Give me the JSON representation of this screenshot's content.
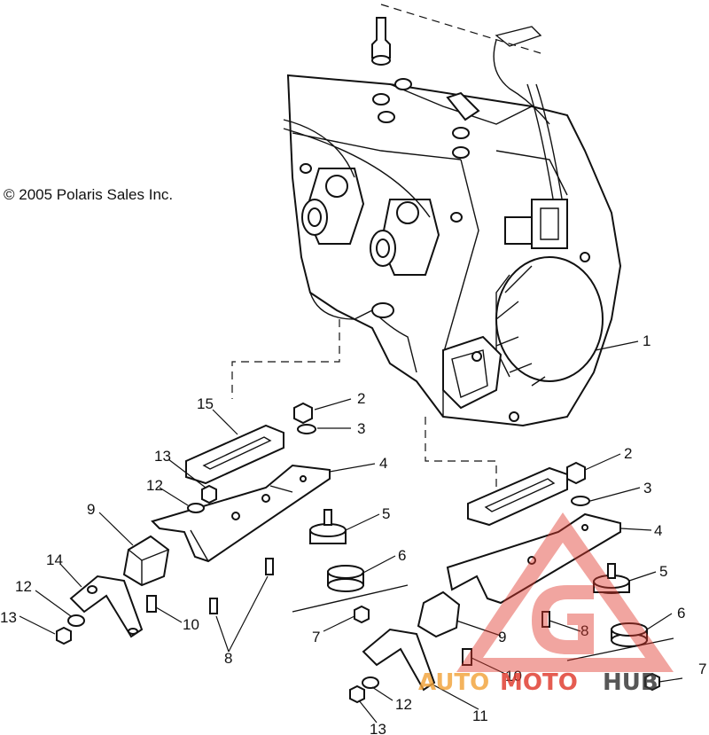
{
  "copyright": "© 2005 Polaris Sales Inc.",
  "callouts": [
    "1",
    "2",
    "3",
    "4",
    "5",
    "6",
    "7",
    "8",
    "9",
    "10",
    "11",
    "12",
    "13",
    "14",
    "15"
  ],
  "watermark": {
    "part1": "AUTO",
    "part2": "MOTO",
    "part3": "HUB",
    "colors": {
      "primary": "#e0392b",
      "accent": "#f2a33a",
      "dark": "#333333"
    }
  }
}
